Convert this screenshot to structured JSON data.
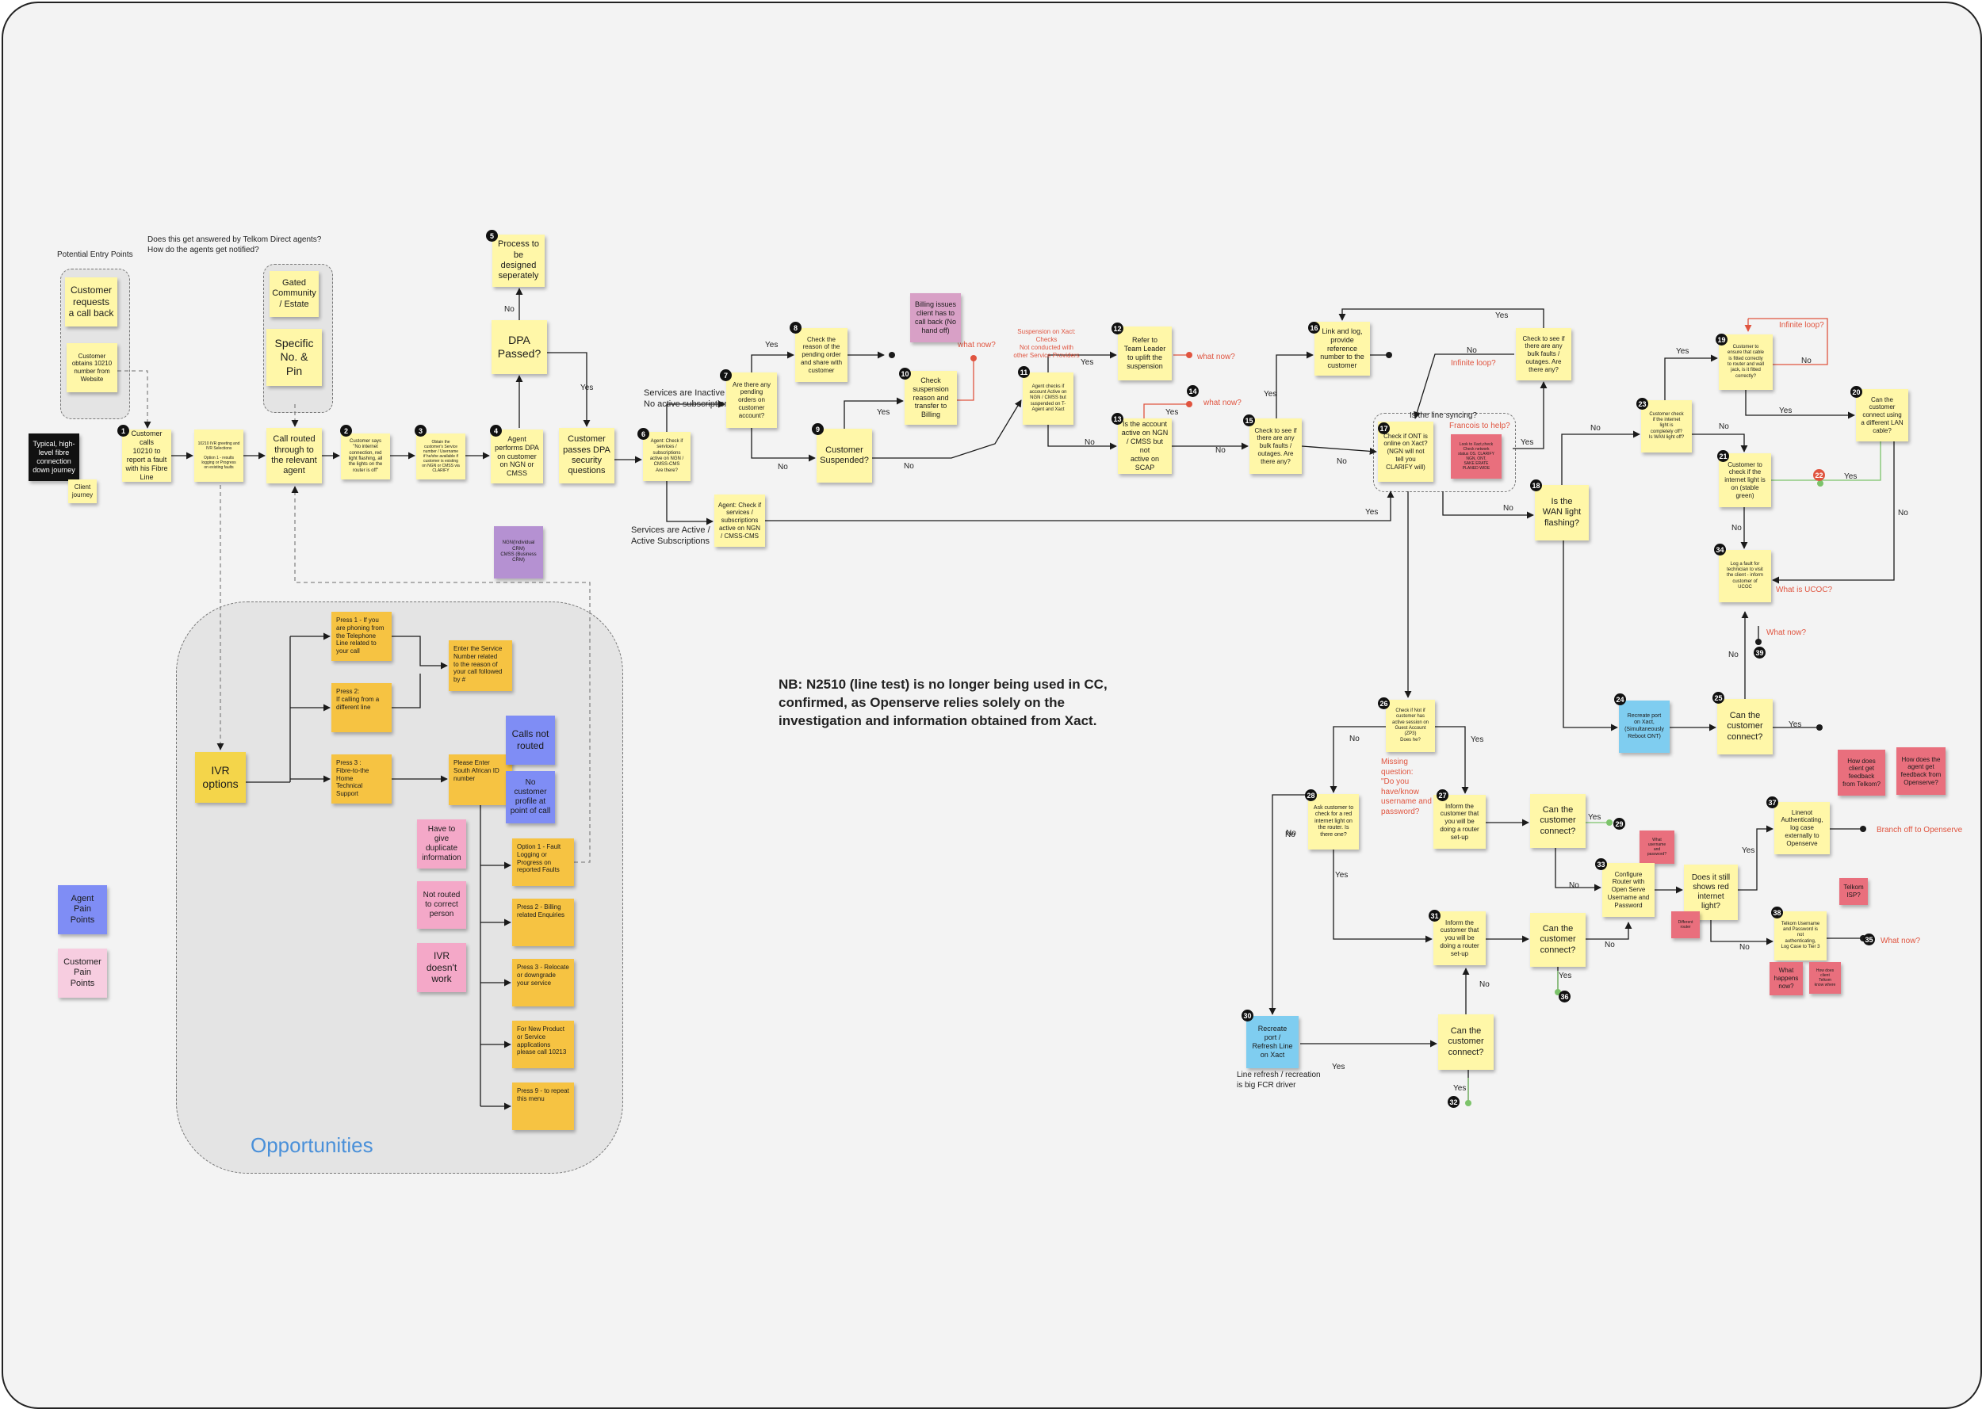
{
  "board": {
    "nb_text": "NB: N2510 (line test) is no longer being used in CC, confirmed, as Openserve relies solely on the investigation and information obtained from Xact.",
    "opportunities_title": "Opportunities"
  },
  "labels": {
    "potential_entry": "Potential Entry Points",
    "telkom_question": "Does this get answered by Telkom Direct agents?\nHow do the agents get notified?",
    "inactive_services": "Services are Inactive /\nNo active subscriptions",
    "active_services": "Services are Active /\nActive Subscriptions",
    "suspension_xact": "Suspension on Xact: Checks\nNot conducted with\nother Service Providers",
    "line_syncing": "Is the line syncing?",
    "francois_help": "Francois to help?",
    "infinite_loop_1": "Infinite loop?",
    "infinite_loop_2": "Infinite loop?",
    "what_now_1": "what now?",
    "what_now_2": "what now?",
    "what_now_3": "what now?",
    "what_now_4": "What now?",
    "what_now_5": "What now?",
    "what_is_ucoc": "What is UCOC?",
    "missing_question": "Missing\nquestion:\n\"Do you\nhave/know\nusername and\npassword?",
    "branch_openserve": "Branch off to Openserve",
    "line_refresh": "Line refresh / recreation\nis big FCR driver"
  },
  "edge_labels": {
    "yes": "Yes",
    "no": "No"
  },
  "notes": {
    "n_callback": "Customer\nrequests\na call back",
    "n_obtains": "Customer\nobtains 10210\nnumber from\nWebsite",
    "n_typical": "Typical, high-\nlevel fibre\nconnection\ndown journey",
    "n_client": "Client\njourney",
    "n_calls": "Customer calls\n10210 to\nreport a fault\nwith his Fibre\nLine",
    "n_greeting": "10210 IVR greeting and\nIVR Selections\n\nOption 1 - results\nlogging or Progress\non existing faults",
    "n_routed": "Call routed\nthrough to\nthe relevant\nagent",
    "n_gated": "Gated\nCommunity\n/ Estate",
    "n_specific": "Specific\nNo. &\nPin",
    "n_says": "Customer says\n\"No internet\nconnection, red\nlight flashing, all\nthe lights on the\nrouter is off\"",
    "n_obtain_service": "Obtain the\ncustomer's Service\nnumber / Username\nif he/she available if\ncustomer is existing\non NGN or CMSS via\nCLARIFY",
    "n_dpa_agent": "Agent\nperforms DPA\non customer\non NGN  or\nCMSS",
    "n_dpa_passed": "DPA\nPassed?",
    "n_process": "Process to\nbe\ndesigned\nseperately",
    "n_passes": "Customer\npasses DPA\nsecurity\nquestions",
    "n_check6": "Agent: Check if\nservices  /\nsubscriptions\nactive  on NGN /\nCMSS-CMS\nAre there?",
    "n_pending": "Are there any\npending\norders on\ncustomer\naccount?",
    "n_reason": "Check the\nreason of the\npending order\nand share with\ncustomer",
    "n_billing_issue": "Billing issues\nclient has to\ncall back (No\nhand off)",
    "n_suspended": "Customer\nSuspended?",
    "n_susp_reason": "Check\nsuspension\nreason and\ntransfer to\nBilling",
    "n_agent_active": "Agent: Check if services  /\nsubscriptions\nactive on NGN\n/ CMSS-CMS",
    "n_suspended_xact": "Agent checks if\naccount Active on\nNGN / CMSS but\nsuspended on T-\nAgent and Xact",
    "n_team_leader": "Refer to\nTeam Leader\nto uplift the\nsuspension",
    "n_scap": "Is the account\nactive on NGN\n/ CMSS but not\nactive on SCAP",
    "n_bulk15": "Check to see if\nthere are any\nbulk faults /\noutages. Are\nthere any?",
    "n_link": "Link and log,\nprovide\nreference\nnumber to the\ncustomer",
    "n_bulk_top": "Check to see if\nthere are any\nbulk faults /\noutages. Are\nthere any?",
    "n_ont": "Check if ONT is\nonline on Xact?\n(NGN will not\ntell you\nCLARIFY will)",
    "n_francois": "Look to Xact,check\nCheck network\nstatus OS. CLARIFY\nNGN, ONT,\nSAKE ERATE\nPLANED WIDE",
    "n_wan": "Is the\nWAN light\nflashing?",
    "n_cable": "Customer to\nensure that cable\nis fitted correctly\nto router and wall\njack, is it fitted\ncorrectly?",
    "n_internet_off": "Customer check\nif the internet\nlight is\ncompletely off?\nIs WAN light off?",
    "n_lan": "Can the\ncustomer\nconnect using\na different LAN\ncable?",
    "n_green": "Customer to\ncheck if the\ninternet light is\non (stable\ngreen)",
    "n_log_fault": "Log a fault for\ntechnician to visit\nthe client - inform\ncustomer of\nUCOC",
    "n_guest": "Check if Not if\ncustomer has\nactive session on\nGuest Account\n(ZP3)\nDoes he?",
    "n_retest": "Recreate port\non Xact,\n(Simultaneously\nReboot ONT)",
    "n_connect25": "Can the\ncustomer\nconnect?",
    "n_feedback_telkom": "How does\nclient get\nfeedback\nfrom Telkom?",
    "n_feedback_openserve": "How does the\nagent get\nfeedback from\nOpenserve?",
    "n_red_light": "Ask customer to\ncheck for a red\ninternet light on\nthe router. Is\nthere one?",
    "n_router_setup": "Inform the\ncustomer that\nyou will be\ndoing a router\nset-up",
    "n_connect_a": "Can the\ncustomer\nconnect?",
    "n_uname": "What\nusername\nand\npassword?",
    "n_configure": "Configure\nRouter with\nOpen Serve\nUsername and\nPassword",
    "n_still_red": "Does it still\nshows red\ninternet\nlight?",
    "n_linenot": "Linenot\nAuthenticating,\nlog case\nexternally to\nOpenserve",
    "n_telkom_isp": "Telkom\nISP?",
    "n_diff_router": "Different\nrouter",
    "n_router_setup2": "Inform the\ncustomer that\nyou will be\ndoing a router\nset-up",
    "n_connect_b": "Can the\ncustomer\nconnect?",
    "n_telkom_uname": "Telkom Username\nand Password is\nnot\nauthenticating,\nLog Case to Tier 3",
    "n_what_happens": "What\nhappens\nnow?",
    "n_how_does": "How does\nclient\nTelkom\nknow where",
    "n_recreate": "Recreate\nport /\nRefresh Line\non Xact",
    "n_connect_c": "Can the\ncustomer\nconnect?",
    "n_ngn": "NGN(Individual\nCRM)\nCMSS (Business\nCRM)",
    "n_ivr": "IVR\noptions",
    "n_press1": "Press 1 - If you\nare phoning from\nthe Telephone\nLine related to\nyour call",
    "n_press2": "Press 2:\nIf calling from a\ndifferent line",
    "n_press3": "Press 3 :\nFibre-to-the Home\nTechnical\nSupport",
    "n_enter_service": "Enter the Service\nNumber related\nto the reason of\nyour call followed\nby #",
    "n_enter_id": "Please Enter\nSouth African ID\nnumber",
    "n_calls_not": "Calls not\nrouted",
    "n_no_profile": "No\ncustomer\nprofile at\npoint of call",
    "n_duplicate": "Have to\ngive\nduplicate\ninformation",
    "n_not_routed": "Not routed\nto correct\nperson",
    "n_ivr_doesnt": "IVR\ndoesn't\nwork",
    "n_opt1": "Option 1 - Fault\nLogging or\nProgress on\nreported Faults",
    "n_opt2": "Press 2 - Billing\nrelated Enquiries",
    "n_opt3": "Press 3 - Relocate\nor downgrade\nyour service",
    "n_opt4": "For New Product\nor Service\napplications\nplease call 10213",
    "n_opt9": "Press 9 - to repeat\nthis menu",
    "n_agent_pain": "Agent\nPain\nPoints",
    "n_customer_pain": "Customer\nPain\nPoints"
  },
  "numbers": {
    "b1": "1",
    "b2": "2",
    "b3": "3",
    "b4": "4",
    "b5": "5",
    "b6": "6",
    "b7": "7",
    "b8": "8",
    "b9": "9",
    "b10": "10",
    "b11": "11",
    "b12": "12",
    "b13": "13",
    "b14": "14",
    "b15": "15",
    "b16": "16",
    "b17": "17",
    "b18": "18",
    "b19": "19",
    "b20": "20",
    "b21": "21",
    "b22": "22",
    "b23": "23",
    "b24": "24",
    "b25": "25",
    "b26": "26",
    "b27": "27",
    "b28": "28",
    "b29": "29",
    "b30": "30",
    "b31": "31",
    "b32": "32",
    "b33": "33",
    "b34": "34",
    "b35": "35",
    "b36": "36",
    "b37": "37",
    "b38": "38",
    "b39": "39"
  },
  "colors": {
    "connector": "#1b1b1b",
    "dashed": "#888888",
    "red_connector": "#e0543f",
    "green_connector": "#7cc36a"
  }
}
